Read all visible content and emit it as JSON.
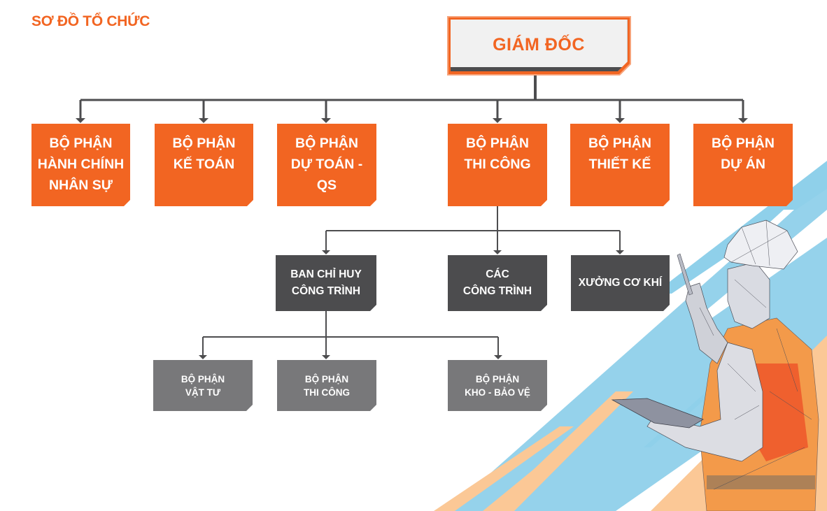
{
  "title": "SƠ ĐỒ TỔ CHỨC",
  "colors": {
    "accent_orange": "#f26522",
    "dark_box": "#4c4c4e",
    "grey_box": "#78787a",
    "connector": "#4d4d4f",
    "illustration_blue": "#8fd0ea",
    "illustration_peach": "#fbc896"
  },
  "director": {
    "label": "GIÁM ĐỐC"
  },
  "departments": [
    {
      "label": "BỘ PHẬN\nHÀNH CHÍNH\nNHÂN SỰ"
    },
    {
      "label": "BỘ PHẬN\nKẾ TOÁN"
    },
    {
      "label": "BỘ PHẬN\nDỰ TOÁN -\nQS"
    },
    {
      "label": "BỘ PHẬN\nTHI CÔNG"
    },
    {
      "label": "BỘ PHẬN\nTHIẾT KẾ"
    },
    {
      "label": "BỘ PHẬN\nDỰ ÁN"
    }
  ],
  "construction_units": [
    {
      "label": "BAN CHỈ HUY\nCÔNG TRÌNH"
    },
    {
      "label": "CÁC\nCÔNG TRÌNH"
    },
    {
      "label": "XƯỞNG CƠ KHÍ"
    }
  ],
  "site_units": [
    {
      "label": "BỘ PHẬN\nVẬT TƯ"
    },
    {
      "label": "BỘ PHẬN\nTHI CÔNG"
    },
    {
      "label": "BỘ PHẬN\nKHO - BẢO VỆ"
    }
  ],
  "illustration": {
    "subject": "low-poly construction worker with hard hat and tablet"
  }
}
